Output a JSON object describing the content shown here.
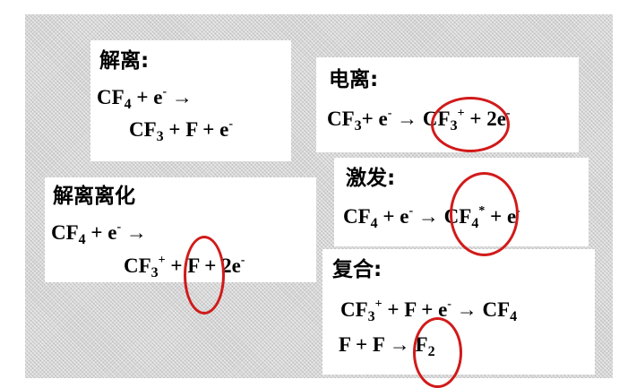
{
  "diss": {
    "title": "解离:",
    "line1": "CF4 + e- →",
    "line2": "CF3 + F + e-"
  },
  "dission": {
    "title": "解离离化",
    "line1": "CF4 + e- →",
    "line2": "CF3+ + F + 2e-"
  },
  "ion": {
    "title": "电离:",
    "line1": "CF3+ e- → CF3+ + 2e-"
  },
  "exc": {
    "title": "激发:",
    "line1": "CF4 + e- → CF4* + e-"
  },
  "rec": {
    "title": "复合:",
    "line1": "CF3+ + F + e- → CF4",
    "line2": "F + F → F2"
  },
  "colors": {
    "ring": "#d11a1a",
    "panel": "#ffffff",
    "stage": "#d6d6d6"
  },
  "t": {
    "cf": "CF",
    "f": "F",
    "e": "e",
    "sub2": "2",
    "sub3": "3",
    "sub4": "4",
    "plus": "+",
    "minus": "-",
    "star": "*",
    "arrow": "→",
    "two": "2"
  }
}
